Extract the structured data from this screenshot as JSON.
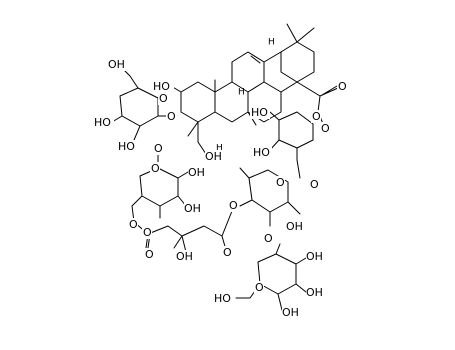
{
  "structure": {
    "atoms": {
      "oh_terp_2": "HO",
      "o_terp_3": "O",
      "h_terp_5": "H",
      "oh_terp_23": "OH",
      "h_terp_9": "H",
      "h_terp_18": "H",
      "o_ester_carbonyl": "O",
      "o_ester_bridge": "O",
      "oh_ara_4": "HO",
      "o_ara_ring": "O",
      "oh_ara_3": "HO",
      "o_ara_2": "O",
      "o_rha_ring": "O",
      "o_rha_4": "O",
      "oh_rha_2": "OH",
      "o_rha_3": "O",
      "o_glc_ring": "O",
      "oh_glc_6": "HO",
      "oh_glc_2": "OH",
      "oh_glc_3": "OH",
      "oh_glc_4": "OH",
      "oh_glcA_6": "OH",
      "o_glcA_ring": "O",
      "oh_glcA_4": "HO",
      "oh_glcA_3": "HO",
      "o_glcA_2": "O",
      "o_glcB_ring": "O",
      "oh_glcB_3": "OH",
      "oh_glcB_2": "OH",
      "o_glcB_6": "O",
      "o_hmg_ester1": "O",
      "o_hmg_carbonyl1": "O",
      "oh_hmg_3": "OH",
      "o_hmg_carbonyl2": "O"
    }
  }
}
